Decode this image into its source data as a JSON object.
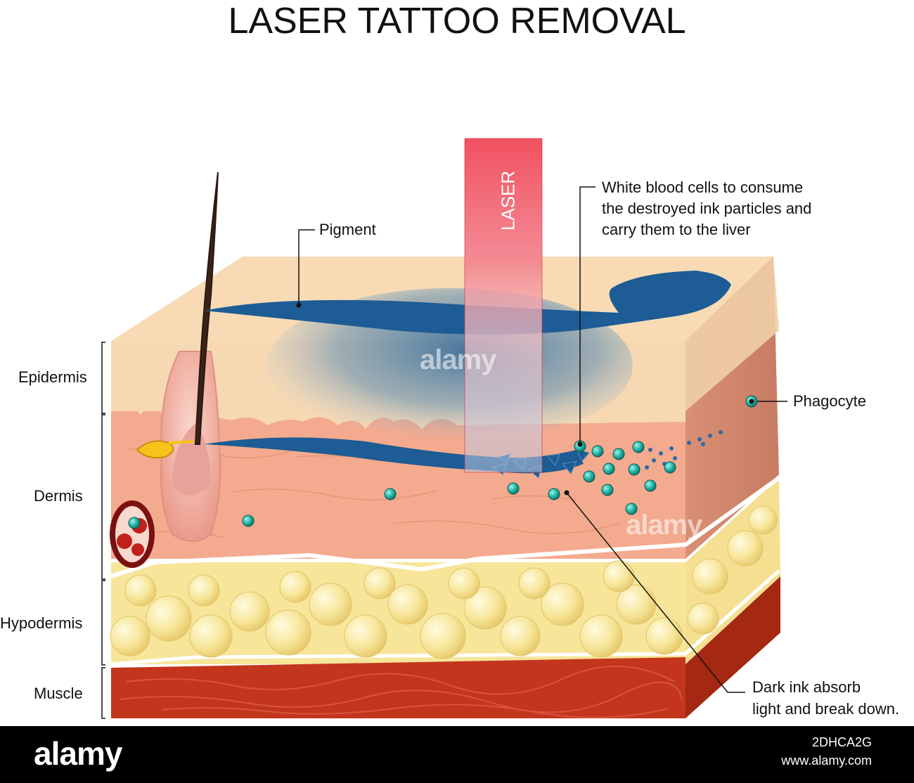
{
  "title": "LASER TATTOO REMOVAL",
  "beam_label": "LASER",
  "labels": {
    "pigment": "Pigment",
    "wbc_line1": "White blood cells to consume",
    "wbc_line2": "the destroyed ink particles and",
    "wbc_line3": "carry them to the liver",
    "phagocyte": "Phagocyte",
    "dark_ink_line1": "Dark ink absorb",
    "dark_ink_line2": "light and break down."
  },
  "layers": {
    "epidermis": "Epidermis",
    "dermis": "Dermis",
    "hypodermis": "Hypodermis",
    "muscle": "Muscle"
  },
  "watermark": {
    "logo": "alamy",
    "image_id": "2DHCA2G",
    "site": "www.alamy.com"
  },
  "colors": {
    "epidermis": "#f7d7b0",
    "dermis": "#f4a98c",
    "fat": "#f8e89a",
    "muscle": "#c0311a",
    "ink": "#1f5e96",
    "phagocyte": "#1fb8a8",
    "laser": "#f04c5a"
  }
}
